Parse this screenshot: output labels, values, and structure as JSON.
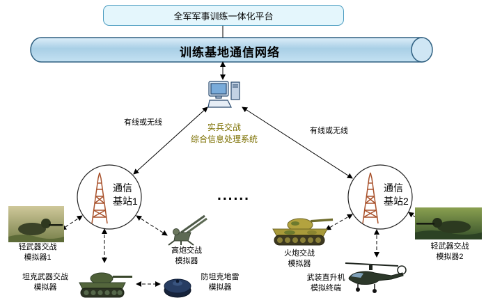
{
  "platform": {
    "title": "全军军事训练一体化平台"
  },
  "network": {
    "title": "训练基地通信网络"
  },
  "processor": {
    "line1": "实兵交战",
    "line2": "综合信息处理系统"
  },
  "links": {
    "left_label": "有线或无线",
    "right_label": "有线或无线"
  },
  "stations": {
    "left": {
      "line1": "通信",
      "line2": "基站1"
    },
    "right": {
      "line1": "通信",
      "line2": "基站2"
    }
  },
  "separator": "......",
  "simulators": {
    "light1": {
      "line1": "轻武器交战",
      "line2": "模拟器1"
    },
    "aa": {
      "line1": "高炮交战",
      "line2": "模拟器"
    },
    "tank": {
      "line1": "坦克武器交战",
      "line2": "模拟器"
    },
    "mine": {
      "line1": "防坦克地雷",
      "line2": "模拟器"
    },
    "artillery": {
      "line1": "火炮交战",
      "line2": "模拟器"
    },
    "helicopter": {
      "line1": "武装直升机",
      "line2": "模拟终端"
    },
    "light2": {
      "line1": "轻武器交战",
      "line2": "模拟器2"
    }
  },
  "colors": {
    "platform_fill": "#e4f6fc",
    "platform_border": "#4a9cc0",
    "cylinder_fill": "#aed2e8",
    "cylinder_stroke": "#2e5f80",
    "processor_text": "#7c7000",
    "tower_icon": "#a8512b",
    "connector": "#000000"
  }
}
